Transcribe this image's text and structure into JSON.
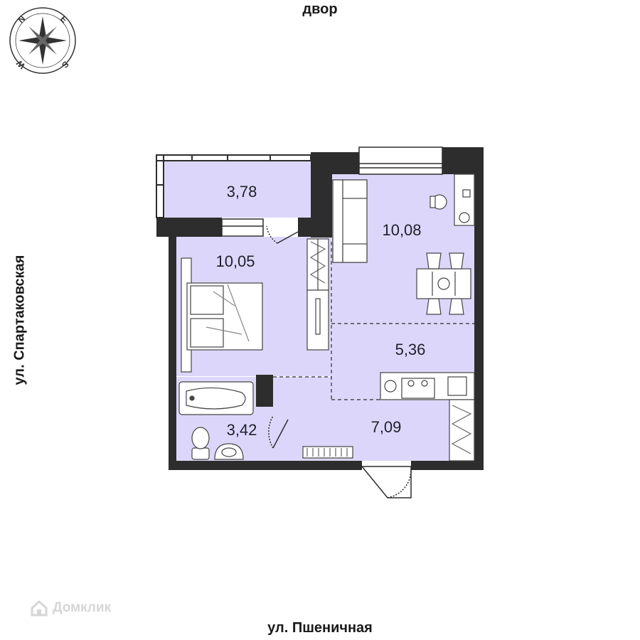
{
  "streets": {
    "top": "двор",
    "bottom": "ул. Пшеничная",
    "left": "ул. Спартаковская"
  },
  "compass": {
    "letters": [
      "N",
      "E",
      "S",
      "W"
    ]
  },
  "rooms": [
    {
      "id": "balcony",
      "area": "3,78"
    },
    {
      "id": "bedroom",
      "area": "10,05"
    },
    {
      "id": "living",
      "area": "10,08"
    },
    {
      "id": "kitchen",
      "area": "5,36"
    },
    {
      "id": "bathroom",
      "area": "3,42"
    },
    {
      "id": "hallway",
      "area": "7,09"
    }
  ],
  "colors": {
    "room_fill": "#dcd7fa",
    "wall": "#2d2d2d",
    "furniture": "#ffffff",
    "watermark": "#d6d6d6"
  },
  "watermark": {
    "text": "Домклик"
  }
}
